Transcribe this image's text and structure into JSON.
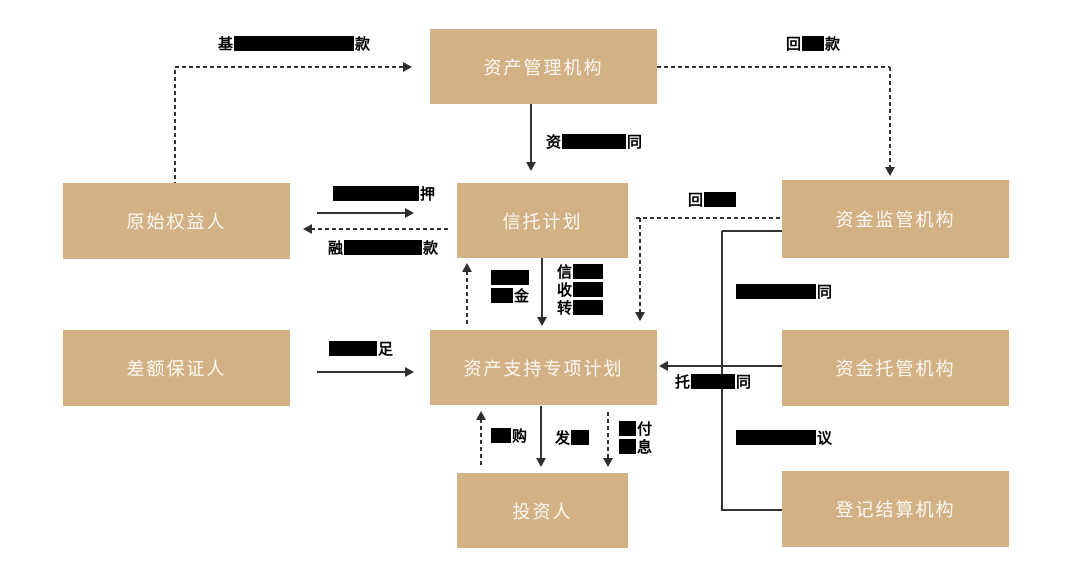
{
  "boxes": {
    "asset_manager": "资产管理机构",
    "original_holder": "原始权益人",
    "trust_plan": "信托计划",
    "fund_supervisor": "资金监管机构",
    "guarantor": "差额保证人",
    "abs_plan": "资产支持专项计划",
    "fund_custodian": "资金托管机构",
    "investor": "投资人",
    "registrar": "登记结算机构"
  },
  "edge_labels": {
    "transfer_price": {
      "pre": "基",
      "post": "款",
      "redacted": true
    },
    "recovery_right": {
      "pre": "回",
      "post": "款",
      "redacted": true
    },
    "mgmt_contract": {
      "pre": "资",
      "post": "同",
      "redacted": true
    },
    "pledge": {
      "pre": "",
      "post": "押",
      "redacted": true
    },
    "financing": {
      "pre": "融",
      "post": "款",
      "redacted": true
    },
    "recovery_mid": {
      "pre": "回",
      "post": "",
      "redacted": true
    },
    "funds_up": {
      "line1_pre": "",
      "line1_post": "",
      "line2_pre": "",
      "line2_post": "金",
      "redacted": true
    },
    "trust_income": {
      "line1_pre": "信",
      "line2_pre": "收",
      "line3_pre": "转",
      "redacted": true
    },
    "shortfall": {
      "pre": "",
      "post": "足",
      "redacted": true
    },
    "subscribe": {
      "pre": "",
      "post": "购",
      "redacted": true
    },
    "issue": {
      "pre": "发",
      "post": "",
      "redacted": true
    },
    "payment": {
      "line1_post": "付",
      "line2_post": "息",
      "redacted": true
    },
    "supervision_contract": {
      "pre": "",
      "post": "同",
      "redacted": true
    },
    "custody_contract": {
      "pre": "托",
      "post": "同",
      "redacted": true
    },
    "settlement_agreement": {
      "pre": "",
      "post": "议",
      "redacted": true
    }
  },
  "colors": {
    "node_fill": "#d2b285",
    "node_text": "#fbf8f2",
    "line": "#333333",
    "redaction": "#000000"
  }
}
